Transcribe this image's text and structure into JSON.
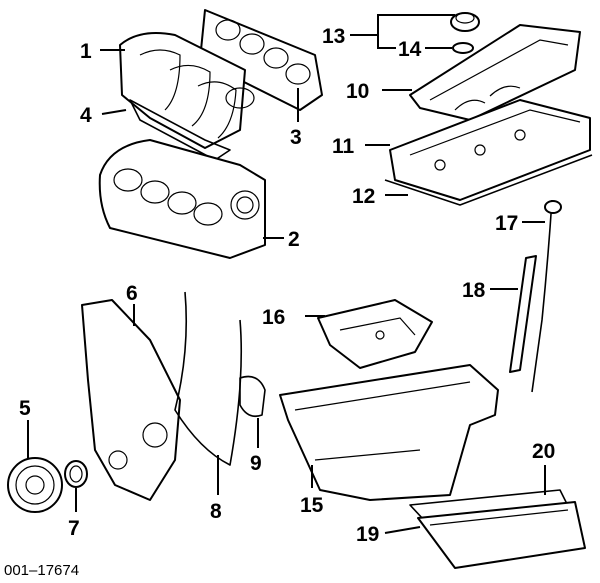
{
  "diagram": {
    "figure_code": "001–17674",
    "callouts": [
      "1",
      "2",
      "3",
      "4",
      "5",
      "6",
      "7",
      "8",
      "9",
      "10",
      "11",
      "12",
      "13",
      "14",
      "15",
      "16",
      "17",
      "18",
      "19",
      "20"
    ]
  }
}
